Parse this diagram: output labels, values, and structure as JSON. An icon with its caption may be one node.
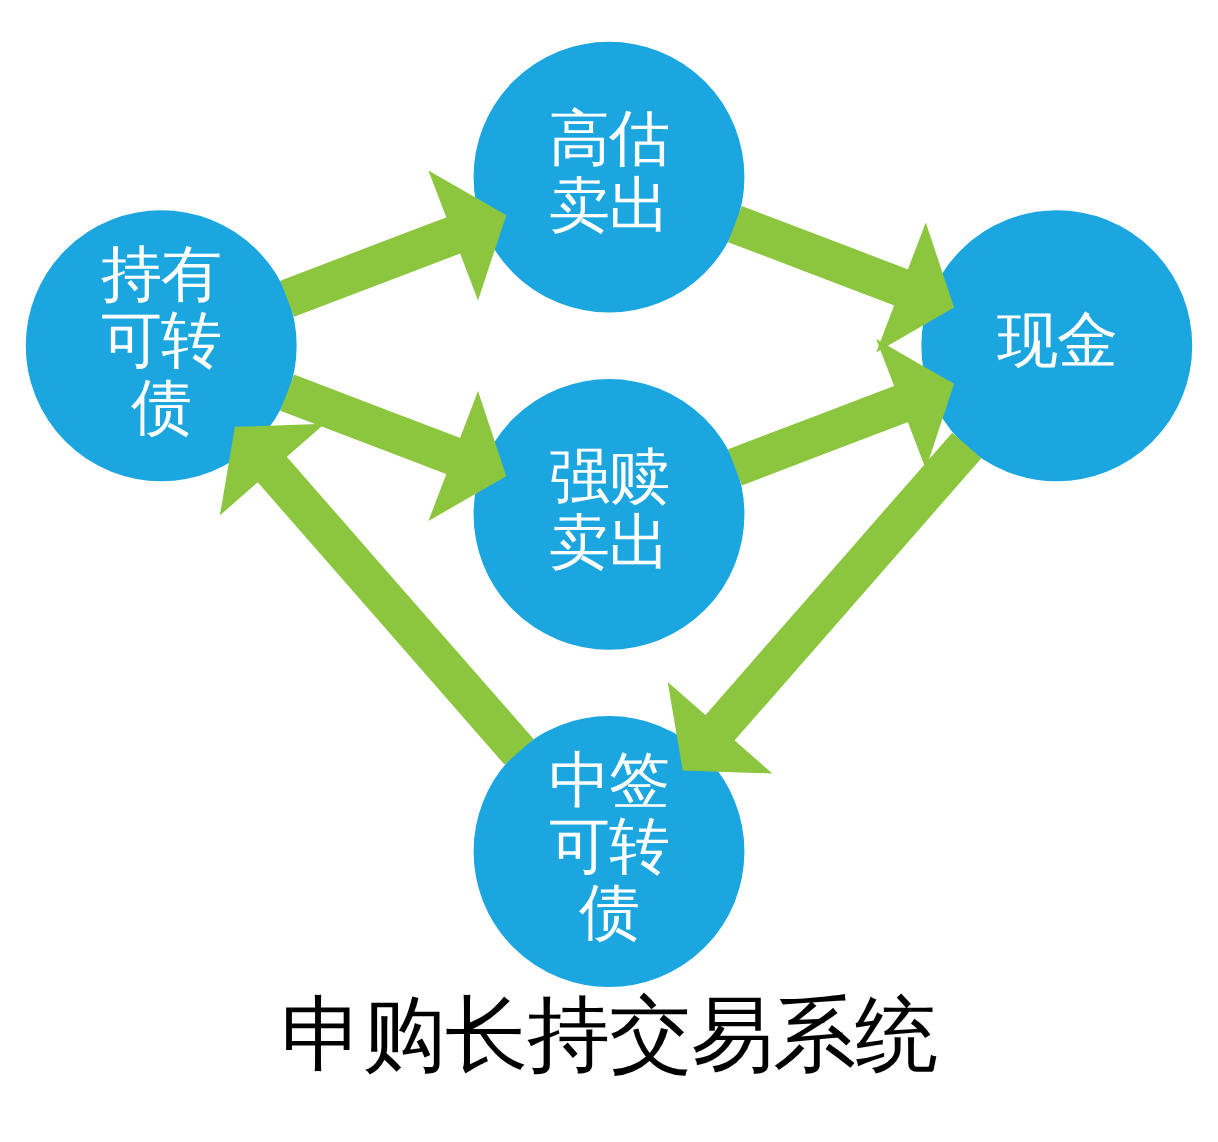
{
  "diagram": {
    "title": "申购长持交易系统",
    "nodes": [
      {
        "text": [
          "持有可转债"
        ]
      },
      {
        "text": [
          "高估卖出"
        ]
      },
      {
        "text": [
          "强赎卖出"
        ]
      },
      {
        "text": [
          "现金"
        ]
      },
      {
        "text": [
          "中签可转债"
        ]
      }
    ],
    "edges": [
      {
        "from": 0,
        "to": 1,
        "arrow": "to"
      },
      {
        "from": 0,
        "to": 2,
        "arrow": "to"
      },
      {
        "from": 1,
        "to": 3,
        "arrow": "to"
      },
      {
        "from": 2,
        "to": 3,
        "arrow": "to"
      },
      {
        "from": 3,
        "to": 4,
        "arrow": "to"
      },
      {
        "from": 4,
        "to": 0,
        "arrow": "to"
      }
    ]
  }
}
